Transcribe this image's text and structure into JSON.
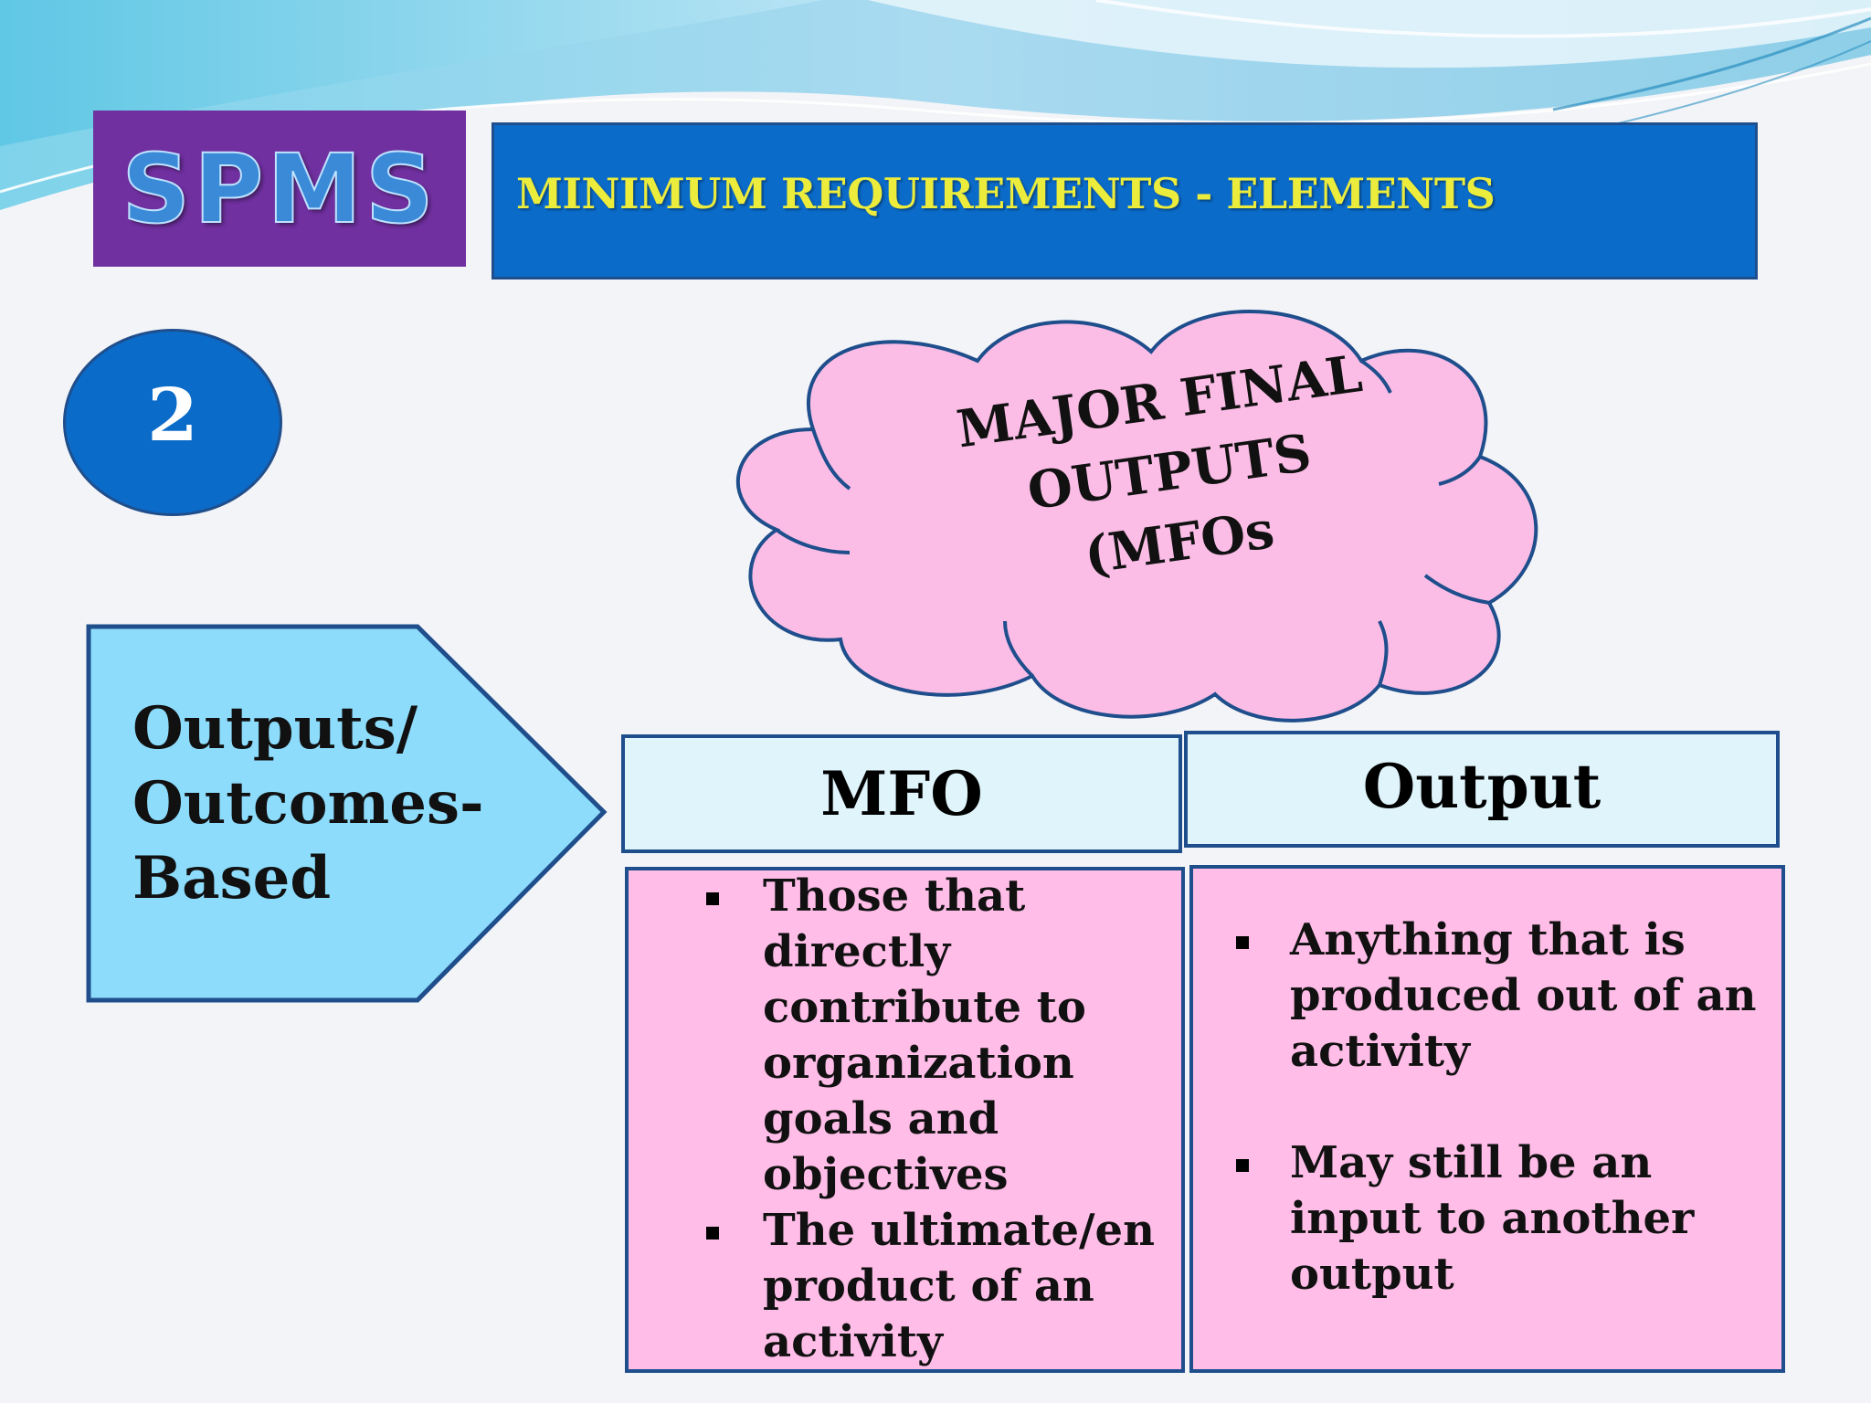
{
  "header": {
    "logo_text": "SPMS",
    "title": "MINIMUM REQUIREMENTS - ELEMENTS"
  },
  "number_badge": "2",
  "cloud": {
    "lines": [
      "MAJOR FINAL",
      "OUTPUTS",
      "(MFOs"
    ]
  },
  "pentagon": {
    "lines": [
      "Outputs/",
      "Outcomes-",
      "Based"
    ]
  },
  "columns": [
    {
      "header": "MFO",
      "items": [
        "Those that directly contribute to organization goals and objectives",
        "The ultimate/en product of an activity"
      ]
    },
    {
      "header": "Output",
      "items": [
        "Anything that is produced out of an activity",
        "May still be an input to another output"
      ]
    }
  ],
  "colors": {
    "logo_bg": "#7030a0",
    "title_bg": "#0b6bc9",
    "title_text": "#ecec3c",
    "cloud_fill": "#fbbde6",
    "pentagon_fill": "#8ddcfb",
    "header_fill": "#dff4fb",
    "body_fill": "#ffbde8",
    "border": "#1f4e8c"
  }
}
